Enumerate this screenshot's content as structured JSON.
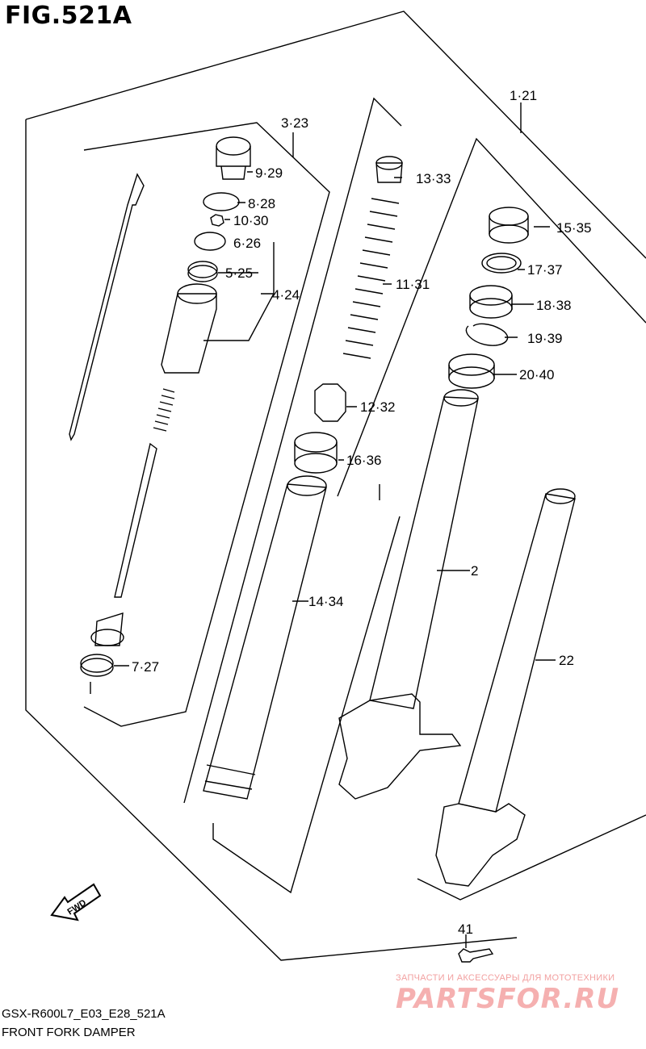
{
  "figure": {
    "title": "FIG.521A",
    "model_code": "GSX-R600L7_E03_E28_521A",
    "caption": "FRONT FORK DAMPER",
    "direction_badge": "FWD"
  },
  "parts": [
    {
      "id": "1-21",
      "label": "1·21"
    },
    {
      "id": "3-23",
      "label": "3·23"
    },
    {
      "id": "9-29",
      "label": "9·29"
    },
    {
      "id": "8-28",
      "label": "8·28"
    },
    {
      "id": "10-30",
      "label": "10·30"
    },
    {
      "id": "6-26",
      "label": "6·26"
    },
    {
      "id": "5-25",
      "label": "5·25"
    },
    {
      "id": "4-24",
      "label": "4·24"
    },
    {
      "id": "7-27",
      "label": "7·27"
    },
    {
      "id": "13-33",
      "label": "13·33"
    },
    {
      "id": "11-31",
      "label": "11·31"
    },
    {
      "id": "12-32",
      "label": "12·32"
    },
    {
      "id": "16-36",
      "label": "16·36"
    },
    {
      "id": "14-34",
      "label": "14·34"
    },
    {
      "id": "15-35",
      "label": "15·35"
    },
    {
      "id": "17-37",
      "label": "17·37"
    },
    {
      "id": "18-38",
      "label": "18·38"
    },
    {
      "id": "19-39",
      "label": "19·39"
    },
    {
      "id": "20-40",
      "label": "20·40"
    },
    {
      "id": "2",
      "label": "2"
    },
    {
      "id": "22",
      "label": "22"
    },
    {
      "id": "41",
      "label": "41"
    }
  ],
  "watermark": {
    "tagline": "ЗАПЧАСТИ И АКСЕССУАРЫ ДЛЯ МОТОТЕХНИКИ",
    "brand": "PARTSFOR.RU"
  },
  "colors": {
    "line": "#000000",
    "watermark": "#f5b0b0"
  }
}
